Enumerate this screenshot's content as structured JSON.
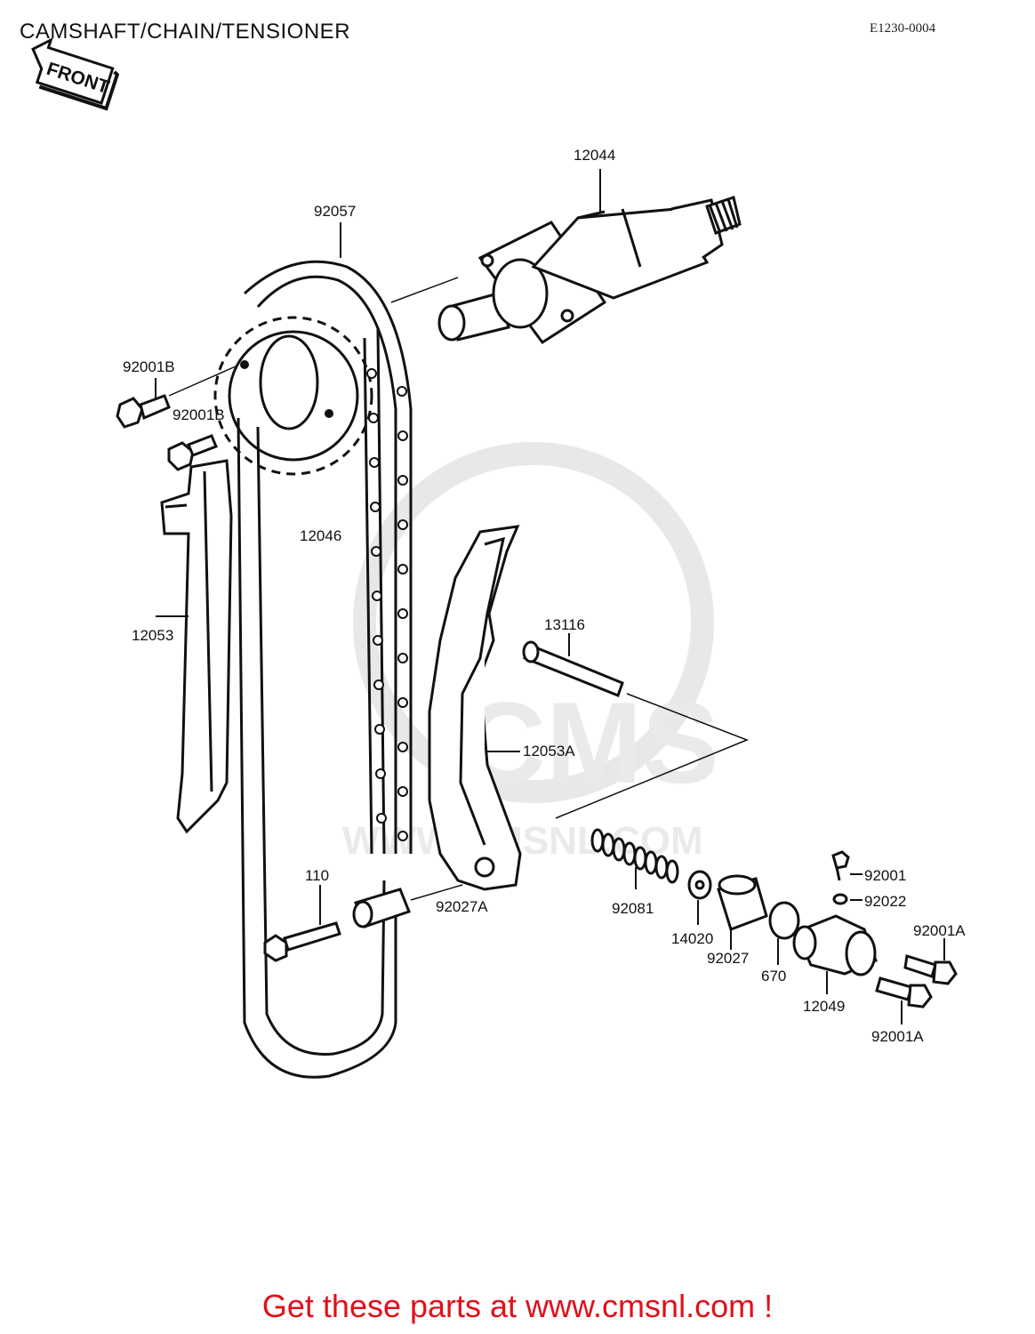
{
  "header": {
    "title": "CAMSHAFT/CHAIN/TENSIONER",
    "diagram_code": "E1230-0004",
    "front_badge": "FRONT"
  },
  "watermark": {
    "text": "WWW.CMSNL.COM",
    "logo_text": "CMS"
  },
  "parts": {
    "p12044": "12044",
    "p92057": "92057",
    "p92001B_1": "92001B",
    "p92001B_2": "92001B",
    "p12046": "12046",
    "p12053": "12053",
    "p13116": "13116",
    "p12053A": "12053A",
    "p110": "110",
    "p92027A": "92027A",
    "p92081": "92081",
    "p14020": "14020",
    "p92027": "92027",
    "p670": "670",
    "p12049": "12049",
    "p92001": "92001",
    "p92022": "92022",
    "p92001A_1": "92001A",
    "p92001A_2": "92001A"
  },
  "footer": {
    "cta": "Get these parts at www.cmsnl.com !"
  }
}
